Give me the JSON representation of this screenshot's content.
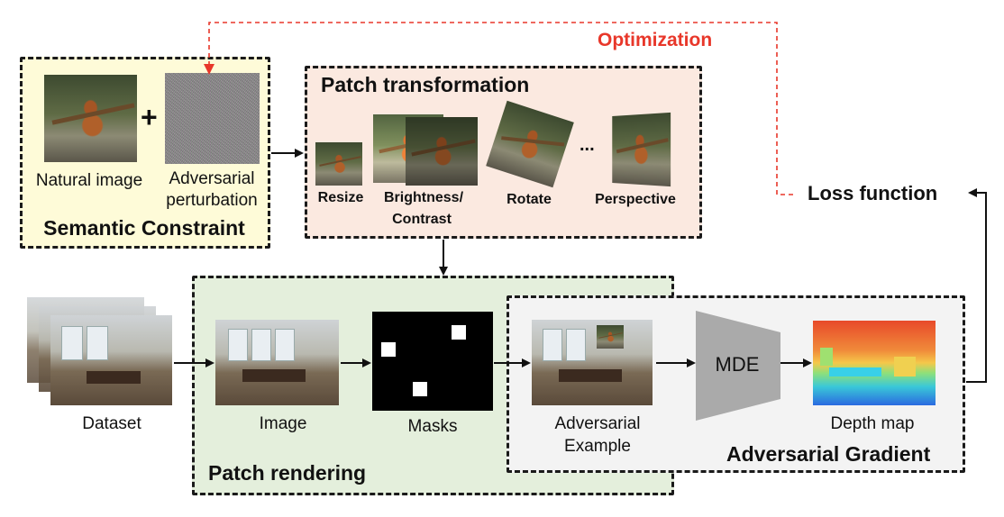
{
  "optimization": "Optimization",
  "loss_function": "Loss function",
  "semantic": {
    "title": "Semantic Constraint",
    "natural_image": "Natural image",
    "plus": "+",
    "adversarial_line1": "Adversarial",
    "adversarial_line2": "perturbation"
  },
  "transform": {
    "title": "Patch transformation",
    "resize": "Resize",
    "brightness_line1": "Brightness/",
    "brightness_line2": "Contrast",
    "rotate": "Rotate",
    "ellipsis": "...",
    "perspective": "Perspective"
  },
  "dataset": "Dataset",
  "rendering": {
    "title": "Patch rendering",
    "image": "Image",
    "masks": "Masks"
  },
  "gradient": {
    "title": "Adversarial Gradient",
    "example_line1": "Adversarial",
    "example_line2": "Example",
    "mde": "MDE",
    "depth_map": "Depth map"
  },
  "colors": {
    "optimization": "#e8372a",
    "semantic_bg": "#fefbd8",
    "transform_bg": "#fbe9e0",
    "rendering_bg": "#e4efdc",
    "gradient_bg": "#f3f3f3",
    "mde_gray": "#aaaaaa"
  }
}
